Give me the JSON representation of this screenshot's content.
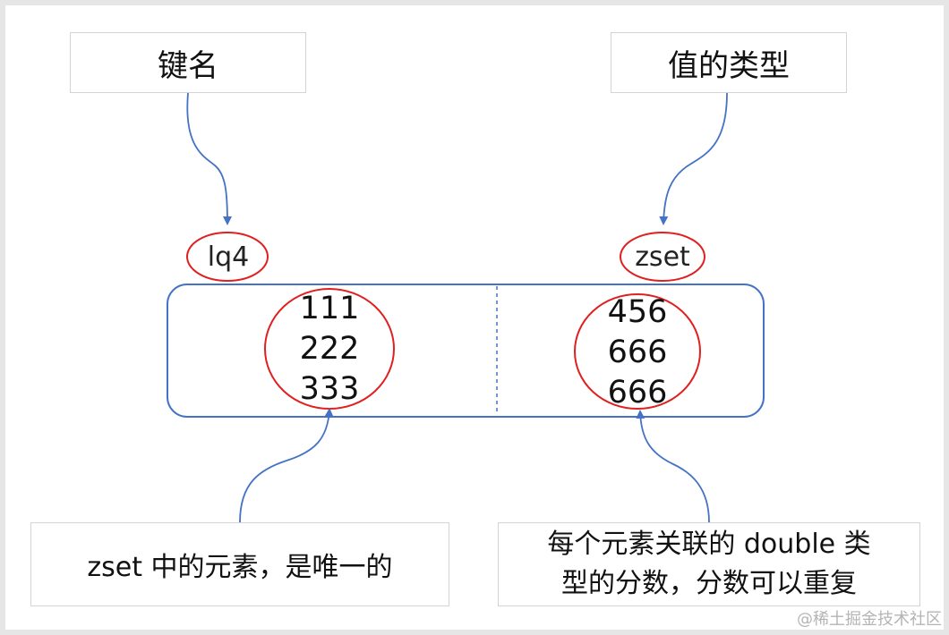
{
  "callouts": {
    "key_name": "键名",
    "value_type": "值的类型",
    "member_note": "zset 中的元素，是唯一的",
    "score_note_line1": "每个元素关联的 double 类",
    "score_note_line2": "型的分数，分数可以重复"
  },
  "key": "lq4",
  "type": "zset",
  "members": [
    "111",
    "222",
    "333"
  ],
  "scores": [
    "456",
    "666",
    "666"
  ],
  "watermark": "@稀土掘金技术社区",
  "colors": {
    "box_stroke": "#4472c4",
    "arrow": "#4472c4",
    "highlight_ring": "#e02020",
    "callout_border": "#d4d4d4"
  }
}
